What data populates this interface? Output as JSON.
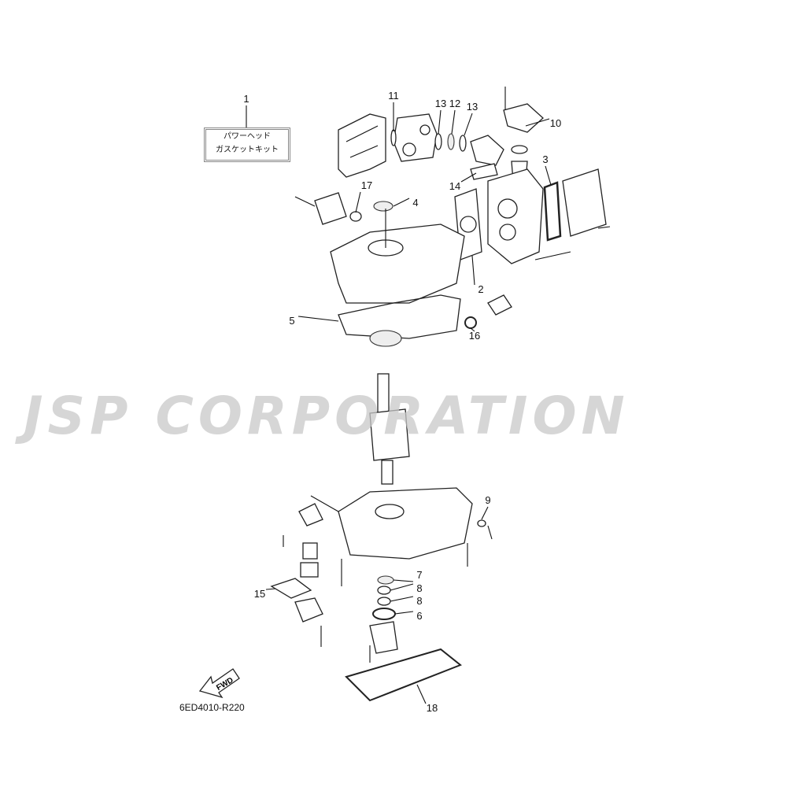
{
  "kit_label": {
    "line1": "パワーヘッド",
    "line2": "ガスケットキット"
  },
  "callouts": [
    "1",
    "11",
    "13",
    "12",
    "13",
    "10",
    "3",
    "14",
    "17",
    "4",
    "2",
    "5",
    "16",
    "9",
    "7",
    "8",
    "8",
    "6",
    "15",
    "18"
  ],
  "fwd_label": "FWD",
  "diagram_code": "6ED4010-R220",
  "watermark": "JSP CORPORATION"
}
